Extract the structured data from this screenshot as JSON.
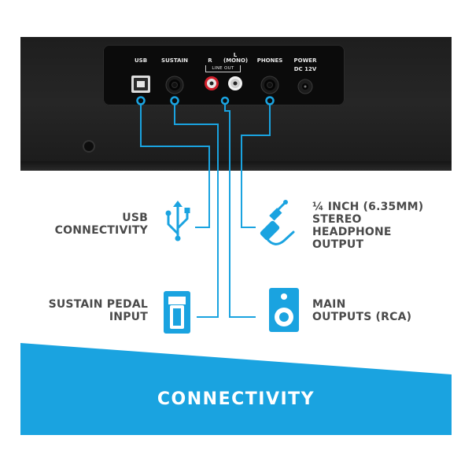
{
  "ports": {
    "usb": "USB",
    "sustain": "SUSTAIN",
    "r": "R",
    "l": "L",
    "mono": "(MONO)",
    "line_out": "LINE OUT",
    "phones": "PHONES",
    "power": "POWER",
    "dc": "DC 12V"
  },
  "features": {
    "usb_line1": "USB",
    "usb_line2": "CONNECTIVITY",
    "sustain_line1": "SUSTAIN PEDAL",
    "sustain_line2": "INPUT",
    "headphone_line1": "¼ INCH (6.35MM)",
    "headphone_line2": "STEREO",
    "headphone_line3": "HEADPHONE",
    "headphone_line4": "OUTPUT",
    "main_line1": "MAIN",
    "main_line2": "OUTPUTS (RCA)"
  },
  "banner": {
    "title": "CONNECTIVITY"
  },
  "colors": {
    "accent": "#1aa3e0",
    "label_gray": "#4a4a4a",
    "keyboard_black": "#1e1e1e",
    "rca_red": "#d21f2b",
    "rca_white": "#f2f2f2"
  }
}
